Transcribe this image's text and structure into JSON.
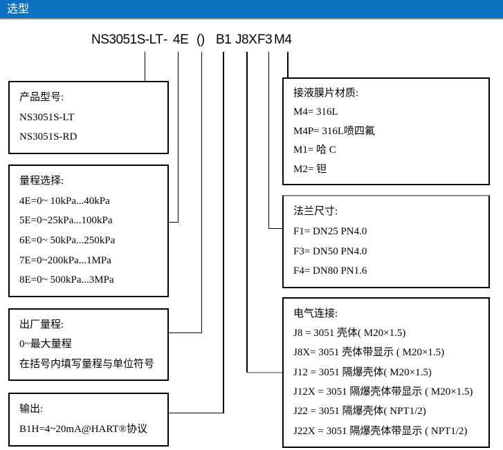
{
  "header": {
    "label": "选型"
  },
  "model_code": {
    "full": "NS3051S-LT - 4E () B1 J8X F3 M4",
    "parts": {
      "base": "NS3051S-LT",
      "dash": "-",
      "range": "4E",
      "parens": "()",
      "output": "B1",
      "electrical": "J8X",
      "flange": "F3",
      "material": "M4"
    }
  },
  "boxes": {
    "product_model": {
      "heading": "产品型号:",
      "lines": [
        "NS3051S-LT",
        "NS3051S-RD"
      ]
    },
    "range_selection": {
      "heading": "量程选择:",
      "lines": [
        "4E=0~ 10kPa...40kPa",
        "5E=0~25kPa...100kPa",
        "6E=0~ 50kPa...250kPa",
        "7E=0~200kPa...1MPa",
        "8E=0~ 500kPa...3MPa"
      ]
    },
    "factory_range": {
      "heading": "出厂量程:",
      "lines": [
        "0~最大量程",
        "在括号内填写量程与单位符号"
      ]
    },
    "output": {
      "heading": "输出:",
      "lines": [
        "B1H=4~20mA@HART®协议"
      ]
    },
    "diaphragm_material": {
      "heading": "接液膜片材质:",
      "lines": [
        "M4= 316L",
        "M4P= 316L喷四氟",
        "M1= 哈 C",
        "M2= 钽"
      ]
    },
    "flange_size": {
      "heading": "法兰尺寸:",
      "lines": [
        "F1= DN25 PN4.0",
        "F3= DN50 PN4.0",
        "F4= DN80 PN1.6"
      ]
    },
    "electrical_connection": {
      "heading": "电气连接:",
      "lines": [
        "J8 = 3051 壳体( M20×1.5)",
        "J8X= 3051 壳体带显示 ( M20×1.5)",
        "J12 = 3051 隔爆壳体( M20×1.5)",
        "J12X = 3051 隔爆壳体带显示 ( M20×1.5)",
        "J22 = 3051 隔爆壳体( NPT1/2)",
        "J22X = 3051 隔爆壳体带显示 ( NPT1/2)"
      ]
    }
  },
  "colors": {
    "header_bg": "#0b71c1",
    "border_black": "#000000",
    "border_gray": "#8a8a8a",
    "text": "#000000",
    "header_text": "#ffffff"
  }
}
